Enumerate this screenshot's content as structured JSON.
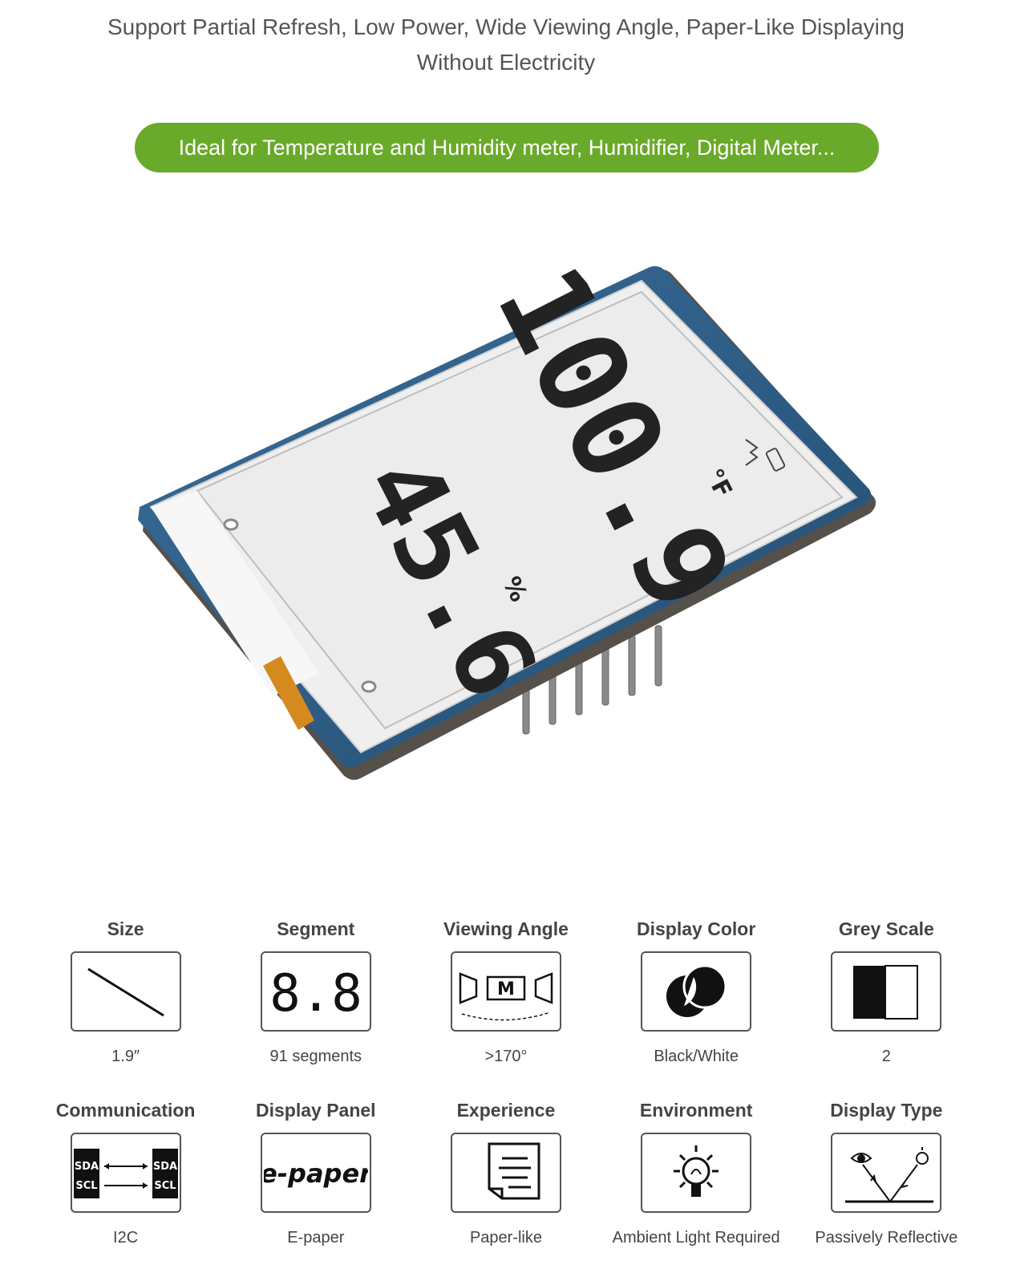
{
  "header": {
    "subtitle_line1": "Support Partial Refresh, Low Power, Wide Viewing Angle, Paper-Like Displaying",
    "subtitle_line2": "Without Electricity",
    "banner": "Ideal for Temperature and Humidity meter, Humidifier, Digital Meter..."
  },
  "colors": {
    "accent": "#6aaa2a",
    "pcb": "#2d5c86"
  },
  "product": {
    "temperature": "100.9",
    "temperature_unit": "°F",
    "humidity": "45.6",
    "humidity_unit": "%"
  },
  "features": [
    {
      "title": "Size",
      "value": "1.9″",
      "icon": "diagonal-line-icon"
    },
    {
      "title": "Segment",
      "value": "91 segments",
      "icon": "segment-digits-icon",
      "icon_text": "8.8"
    },
    {
      "title": "Viewing Angle",
      "value": ">170°",
      "icon": "viewing-angle-icon",
      "icon_text": "M"
    },
    {
      "title": "Display Color",
      "value": "Black/White",
      "icon": "black-white-circles-icon"
    },
    {
      "title": "Grey Scale",
      "value": "2",
      "icon": "grey-scale-icon"
    },
    {
      "title": "Communication",
      "value": "I2C",
      "icon": "i2c-bus-icon",
      "icon_text_a": "SDA",
      "icon_text_b": "SCL"
    },
    {
      "title": "Display Panel",
      "value": "E-paper",
      "icon": "epaper-text-icon",
      "icon_text": "e-paper"
    },
    {
      "title": "Experience",
      "value": "Paper-like",
      "icon": "paper-sheet-icon"
    },
    {
      "title": "Environment",
      "value": "Ambient Light Required",
      "icon": "light-bulb-icon"
    },
    {
      "title": "Display Type",
      "value": "Passively Reflective",
      "icon": "reflection-eye-icon"
    }
  ]
}
